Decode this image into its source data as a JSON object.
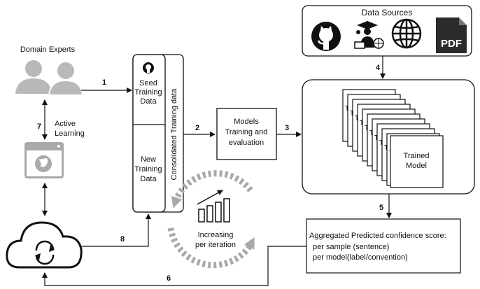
{
  "data_sources": {
    "title": "Data Sources",
    "pdf_label": "PDF"
  },
  "domain_experts": {
    "label": "Domain Experts"
  },
  "active_learning": {
    "line1": "Active",
    "line2": "Learning"
  },
  "seed": {
    "line1": "Seed",
    "line2": "Training",
    "line3": "Data"
  },
  "new_training": {
    "line1": "New",
    "line2": "Training",
    "line3": "Data"
  },
  "consolidated": {
    "label": "Consolidated Training data"
  },
  "models": {
    "line1": "Models",
    "line2": "Training and",
    "line3": "evaluation"
  },
  "trained_model": {
    "line1": "Trained",
    "line2": "Model",
    "stack_letter": "T"
  },
  "increasing": {
    "line1": "Increasing",
    "line2": "per iteration"
  },
  "aggregated": {
    "line1": "Aggregated Predicted confidence score:",
    "line2": "per sample (sentence)",
    "line3": "per model(label/convention)"
  },
  "steps": {
    "s1": "1",
    "s2": "2",
    "s3": "3",
    "s4": "4",
    "s5": "5",
    "s6": "6",
    "s7": "7",
    "s8": "8"
  },
  "colors": {
    "people_gray": "#b9b9b9",
    "icon_gray": "#a9a9a9",
    "dark": "#222222",
    "pdf_bg": "#2b2b2b"
  },
  "icons": [
    "github-icon",
    "teacher-icon",
    "globe-icon",
    "pdf-icon",
    "people-icon",
    "browser-globe-icon",
    "cloud-sync-icon",
    "bar-chart-trend-icon",
    "cycle-arrows-icon"
  ]
}
